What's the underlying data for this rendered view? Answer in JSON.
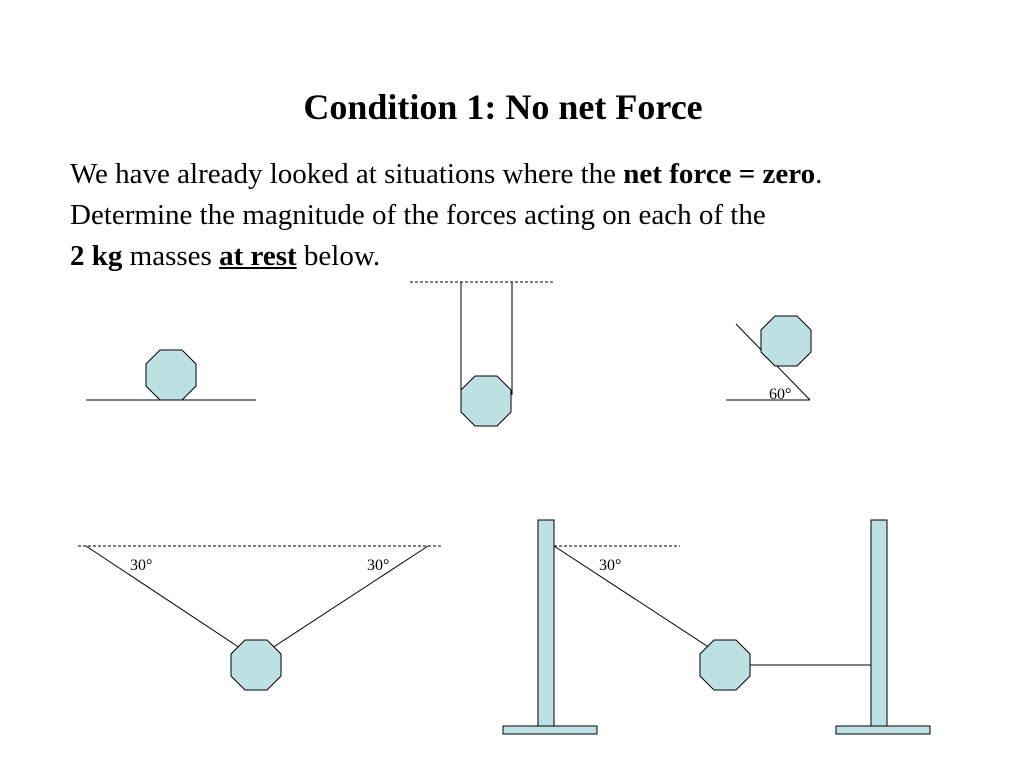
{
  "title": "Condition 1: No net Force",
  "body": {
    "line1_prefix": "We have already looked at situations where the ",
    "line1_bold": "net force = zero",
    "line1_suffix": ".",
    "line2": "Determine the magnitude of the forces acting on each of the",
    "line3_bold": "2 kg",
    "line3_mid": " masses ",
    "line3_underline": "at rest",
    "line3_suffix": " below."
  },
  "colors": {
    "mass_fill": "#bde0e2",
    "stroke": "#000000"
  },
  "diagram_labels": {
    "incline_angle": "60°",
    "left_rope_angle": "30°",
    "right_rope_angle": "30°",
    "post_rope_angle": "30°"
  }
}
